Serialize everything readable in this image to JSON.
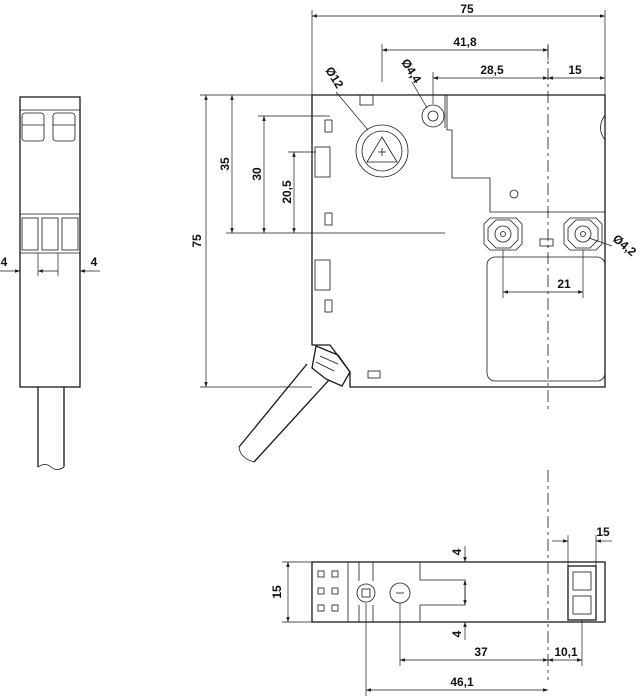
{
  "dimensions": {
    "overall_width": "75",
    "hole_offset": "41,8",
    "hole_to_center": "28,5",
    "center_to_edge": "15",
    "dia_12": "Ø12",
    "dia_4_4": "Ø4,4",
    "dia_4_2": "Ø4,2",
    "mount_spacing": "21",
    "overall_height": "75",
    "height_35": "35",
    "height_30": "30",
    "height_20_5": "20,5",
    "side_left_4": "4",
    "side_right_4": "4",
    "bottom_15_height": "15",
    "bottom_4_top": "4",
    "bottom_4_bottom": "4",
    "bottom_15_right": "15",
    "bottom_37": "37",
    "bottom_10_1": "10,1",
    "bottom_46_1": "46,1"
  }
}
